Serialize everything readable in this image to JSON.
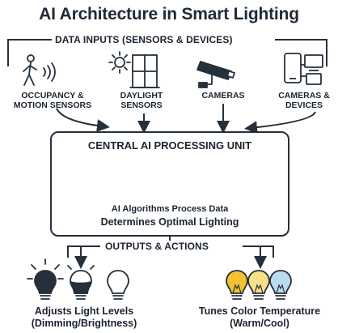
{
  "title": "AI Architecture in Smart Lighting",
  "inputs": {
    "section_label": "DATA INPUTS (SENSORS & DEVICES)",
    "items": [
      {
        "label_line1": "OCCUPANCY &",
        "label_line2": "MOTION SENSORS",
        "icon": "motion-sensor-icon"
      },
      {
        "label_line1": "DAYLIGHT",
        "label_line2": "SENSORS",
        "icon": "daylight-window-icon"
      },
      {
        "label_line1": "CAMERAS",
        "label_line2": "",
        "icon": "camera-icon"
      },
      {
        "label_line1": "CAMERAS &",
        "label_line2": "DEVICES",
        "icon": "devices-icon"
      }
    ]
  },
  "processor": {
    "title": "CENTRAL AI PROCESSING UNIT",
    "line1": "AI Algorithms Process Data",
    "line2": "Determines Optimal Lighting",
    "icon": "brain-icon"
  },
  "outputs": {
    "section_label": "OUTPUTS & ACTIONS",
    "items": [
      {
        "label_line1": "Adjusts Light Levels",
        "label_line2": "(Dimming/Brightness)",
        "icon": "dimming-bulbs-icon"
      },
      {
        "label_line1": "Tunes Color Temperature",
        "label_line2": "(Warm/Cool)",
        "icon": "color-temperature-bulbs-icon"
      }
    ]
  },
  "colors": {
    "ink": "#1c2430",
    "warm": "#f2c230",
    "neutral": "#f7e08a",
    "cool": "#b9dcef"
  }
}
